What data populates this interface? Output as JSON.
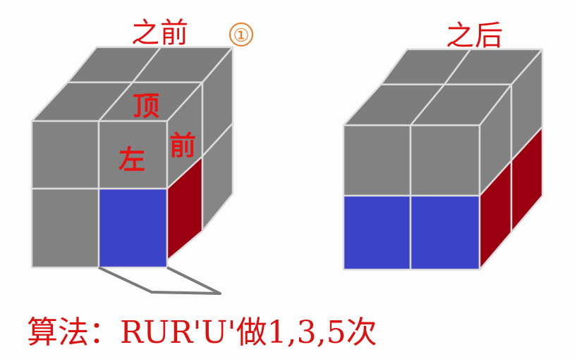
{
  "before": {
    "title": "之前",
    "badge": "①",
    "face_labels": {
      "top": "顶",
      "front": "前",
      "left": "左"
    }
  },
  "after": {
    "title": "之后"
  },
  "algorithm": {
    "text": "算法：RUR'U'做1,3,5次",
    "prefix": "算法：",
    "moves": "RUR'U'",
    "repeat": "做1,3,5次"
  },
  "colors": {
    "gray": "#7f7f7f",
    "blue": "#3c43c8",
    "red": "#9a0010",
    "edge": "#d8d8d8",
    "label_red": "#e01010",
    "badge_orange": "#ee7a22"
  }
}
